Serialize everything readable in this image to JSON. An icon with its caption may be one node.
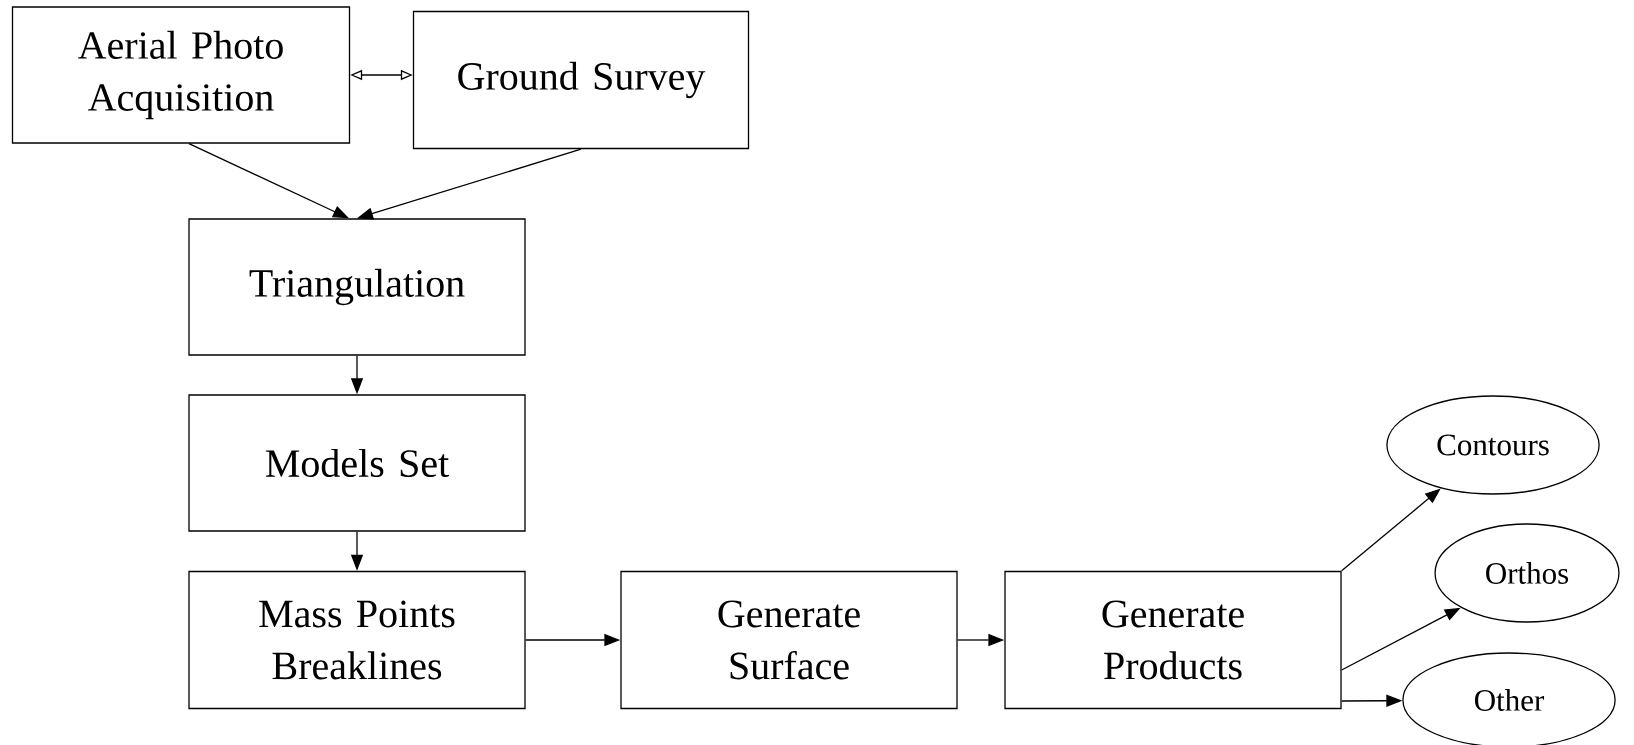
{
  "diagram": {
    "nodes": [
      {
        "text": [
          "Aerial Photo Acquisition"
        ]
      },
      {
        "text": [
          "Ground Survey"
        ]
      },
      {
        "text": [
          "Triangulation"
        ]
      },
      {
        "text": [
          "Models Set"
        ]
      },
      {
        "text": [
          "Mass Points Breaklines"
        ]
      },
      {
        "text": [
          "Generate Surface"
        ]
      },
      {
        "text": [
          "Generate Products"
        ]
      },
      {
        "text": [
          "Contours"
        ]
      },
      {
        "text": [
          "Orthos"
        ]
      },
      {
        "text": [
          "Other"
        ]
      }
    ],
    "edges": [
      {
        "from": 0,
        "to": 1,
        "arrow": "both"
      },
      {
        "from": 0,
        "to": 2,
        "arrow": "to"
      },
      {
        "from": 1,
        "to": 2,
        "arrow": "to"
      },
      {
        "from": 2,
        "to": 3,
        "arrow": "to"
      },
      {
        "from": 3,
        "to": 4,
        "arrow": "to"
      },
      {
        "from": 4,
        "to": 5,
        "arrow": "to"
      },
      {
        "from": 5,
        "to": 6,
        "arrow": "to"
      },
      {
        "from": 6,
        "to": 7,
        "arrow": "to"
      },
      {
        "from": 6,
        "to": 8,
        "arrow": "to"
      },
      {
        "from": 6,
        "to": 9,
        "arrow": "to"
      }
    ]
  }
}
